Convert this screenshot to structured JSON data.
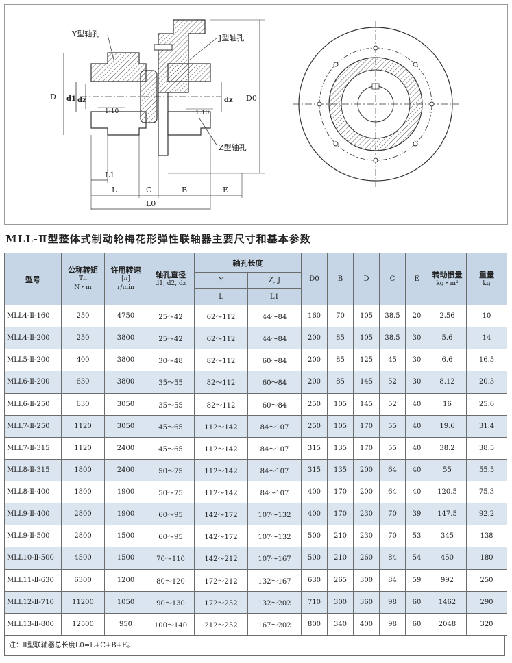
{
  "drawing": {
    "labels": {
      "y_bore": "Y型轴孔",
      "j_bore": "J型轴孔",
      "z_bore": "Z型轴孔",
      "d": "D",
      "d1": "d1",
      "dz": "dz",
      "dz2": "dz",
      "d0": "D0",
      "taper1": "1:10",
      "taper2": "1:10",
      "l1": "L1",
      "l": "L",
      "c": "C",
      "b": "B",
      "e": "E",
      "l0": "L0"
    }
  },
  "title": "MLL-Ⅱ型整体式制动轮梅花形弹性联轴器主要尺寸和基本参数",
  "table": {
    "headers": {
      "model": "型号",
      "torque": "公称转矩",
      "torque_sym": "Tn",
      "torque_unit": "N・m",
      "speed": "许用转速",
      "speed_sym": "[n]",
      "speed_unit": "r/min",
      "bore_dia": "轴孔直径",
      "bore_dia_sym": "d1, d2, dz",
      "bore_len": "轴孔长度",
      "y": "Y",
      "zj": "Z, J",
      "l": "L",
      "l1": "L1",
      "d0": "D0",
      "b": "B",
      "d": "D",
      "c": "C",
      "e": "E",
      "inertia": "转动惯量",
      "inertia_unit": "kg・m²",
      "weight": "重量",
      "weight_unit": "kg"
    },
    "rows": [
      [
        "MLL4-Ⅱ-160",
        "250",
        "4750",
        "25～42",
        "62～112",
        "44～84",
        "160",
        "70",
        "105",
        "38.5",
        "20",
        "2.56",
        "10"
      ],
      [
        "MLL4-Ⅱ-200",
        "250",
        "3800",
        "25～42",
        "62～112",
        "44～84",
        "200",
        "85",
        "105",
        "38.5",
        "30",
        "5.6",
        "14"
      ],
      [
        "MLL5-Ⅱ-200",
        "400",
        "3800",
        "30～48",
        "82～112",
        "60～84",
        "200",
        "85",
        "125",
        "45",
        "30",
        "6.6",
        "16.5"
      ],
      [
        "MLL6-Ⅱ-200",
        "630",
        "3800",
        "35～55",
        "82～112",
        "60～84",
        "200",
        "85",
        "145",
        "52",
        "30",
        "8.12",
        "20.3"
      ],
      [
        "MLL6-Ⅱ-250",
        "630",
        "3050",
        "35～55",
        "82～112",
        "60～84",
        "250",
        "105",
        "145",
        "52",
        "40",
        "16",
        "25.6"
      ],
      [
        "MLL7-Ⅱ-250",
        "1120",
        "3050",
        "45～65",
        "112～142",
        "84～107",
        "250",
        "105",
        "170",
        "55",
        "40",
        "19.6",
        "31.4"
      ],
      [
        "MLL7-Ⅱ-315",
        "1120",
        "2400",
        "45～65",
        "112～142",
        "84～107",
        "315",
        "135",
        "170",
        "55",
        "40",
        "38.2",
        "38.5"
      ],
      [
        "MLL8-Ⅱ-315",
        "1800",
        "2400",
        "50～75",
        "112～142",
        "84～107",
        "315",
        "135",
        "200",
        "64",
        "40",
        "55",
        "55.5"
      ],
      [
        "MLL8-Ⅱ-400",
        "1800",
        "1900",
        "50～75",
        "112～142",
        "84～107",
        "400",
        "170",
        "200",
        "64",
        "40",
        "120.5",
        "75.3"
      ],
      [
        "MLL9-Ⅱ-400",
        "2800",
        "1900",
        "60～95",
        "142～172",
        "107～132",
        "400",
        "170",
        "230",
        "70",
        "39",
        "147.5",
        "92.2"
      ],
      [
        "MLL9-Ⅱ-500",
        "2800",
        "1500",
        "60～95",
        "142～172",
        "107～132",
        "500",
        "210",
        "230",
        "70",
        "53",
        "345",
        "138"
      ],
      [
        "MLL10-Ⅱ-500",
        "4500",
        "1500",
        "70～110",
        "142～212",
        "107～167",
        "500",
        "210",
        "260",
        "84",
        "54",
        "450",
        "180"
      ],
      [
        "MLL11-Ⅱ-630",
        "6300",
        "1200",
        "80～120",
        "172～212",
        "132～167",
        "630",
        "265",
        "300",
        "84",
        "59",
        "992",
        "250"
      ],
      [
        "MLL12-Ⅱ-710",
        "11200",
        "1050",
        "90～130",
        "172～252",
        "132～202",
        "710",
        "300",
        "360",
        "98",
        "60",
        "1462",
        "290"
      ],
      [
        "MLL13-Ⅱ-800",
        "12500",
        "950",
        "100～140",
        "212～252",
        "167～202",
        "800",
        "340",
        "400",
        "98",
        "60",
        "2048",
        "320"
      ]
    ]
  },
  "footnote": "注：Ⅱ型联轴器总长度L0=L+C+B+E。",
  "colors": {
    "header_bg": "#c6d6e6",
    "alt_row_bg": "#dbe5f0",
    "line": "#6d6d6d"
  }
}
